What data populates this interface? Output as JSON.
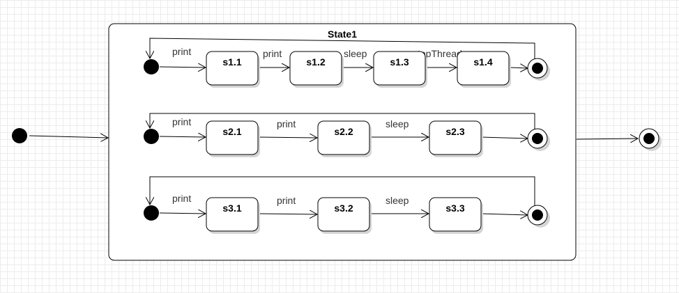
{
  "composite": {
    "title": "State1"
  },
  "regions": [
    {
      "states": [
        "s1.1",
        "s1.2",
        "s1.3",
        "s1.4"
      ],
      "transitions": [
        "print",
        "print",
        "sleep",
        "stopThread"
      ]
    },
    {
      "states": [
        "s2.1",
        "s2.2",
        "s2.3"
      ],
      "transitions": [
        "print",
        "print",
        "sleep"
      ]
    },
    {
      "states": [
        "s3.1",
        "s3.2",
        "s3.3"
      ],
      "transitions": [
        "print",
        "print",
        "sleep"
      ]
    }
  ],
  "colors": {
    "background": "#ffffff",
    "grid": "#ececec",
    "stroke": "#000000",
    "shadow": "#d4d4d4"
  }
}
